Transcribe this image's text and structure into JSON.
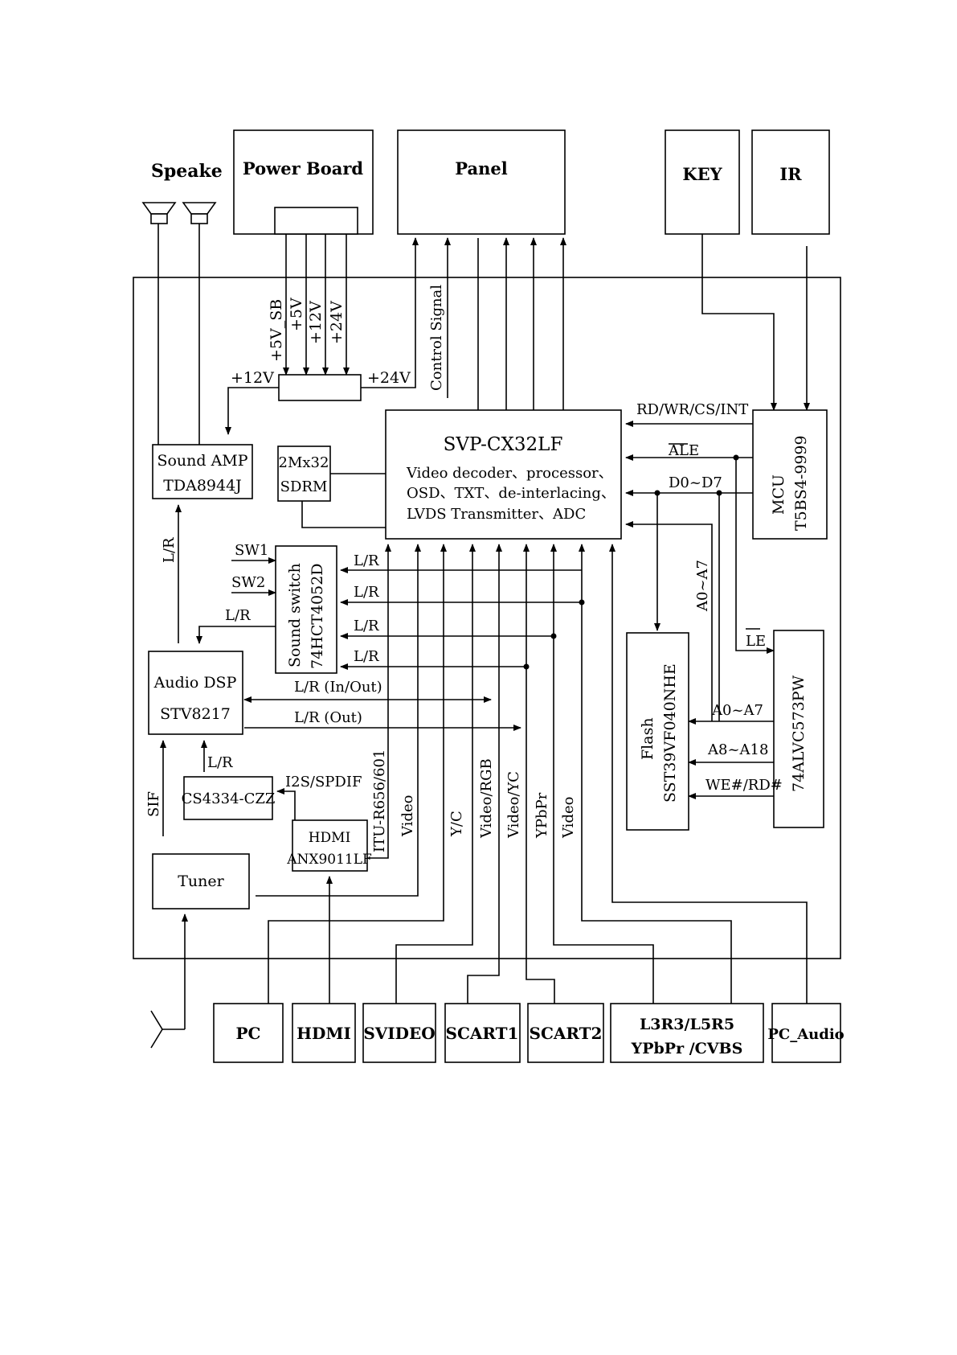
{
  "blocks": {
    "speaker": "Speake",
    "power_board": "Power Board",
    "panel": "Panel",
    "key": "KEY",
    "ir": "IR",
    "sound_amp_1": "Sound AMP",
    "sound_amp_2": "TDA8944J",
    "sdram_1": "2Mx32",
    "sdram_2": "SDRM",
    "svp_title": "SVP-CX32LF",
    "svp_line1": "Video decoder、processor、",
    "svp_line2": "OSD、TXT、de-interlacing、",
    "svp_line3": "LVDS Transmitter、ADC",
    "mcu_1": "MCU",
    "mcu_2": "T5BS4-9999",
    "sound_switch_1": "Sound switch",
    "sound_switch_2": "74HCT4052D",
    "audio_dsp_1": "Audio DSP",
    "audio_dsp_2": "STV8217",
    "cs4334": "CS4334-CZZ",
    "hdmi_rx_1": "HDMI",
    "hdmi_rx_2": "ANX9011LF",
    "tuner": "Tuner",
    "flash_1": "Flash",
    "flash_2": "SST39VF040NHE",
    "latch": "74ALVC573PW",
    "in_pc": "PC",
    "in_hdmi": "HDMI",
    "in_svideo": "SVIDEO",
    "in_scart1": "SCART1",
    "in_scart2": "SCART2",
    "in_l3r3_1": "L3R3/L5R5",
    "in_l3r3_2": "YPbPr /CVBS",
    "in_pc_audio": "PC_Audio"
  },
  "signals": {
    "v5sb": "+5V_SB",
    "v5": "+5V",
    "v12": "+12V",
    "v24": "+24V",
    "v12_amp": "+12V",
    "v24_panel": "+24V",
    "control": "Control Signal",
    "rd_wr": "RD/WR/CS/INT",
    "ale": "ALE",
    "d0d7": "D0~D7",
    "a0a7_v": "A0~A7",
    "le": "LE",
    "a0a7": "A0~A7",
    "a8a18": "A8~A18",
    "we_rd": "WE#/RD#",
    "lr_amp": "L/R",
    "sw1": "SW1",
    "sw2": "SW2",
    "lr_sw_out": "L/R",
    "lr_1": "L/R",
    "lr_2": "L/R",
    "lr_3": "L/R",
    "lr_4": "L/R",
    "lr_inout": "L/R (In/Out)",
    "lr_out": "L/R  (Out)",
    "lr_cs": "L/R",
    "i2s": "I2S/SPDIF",
    "sif": "SIF",
    "itu": "ITU-R656/601",
    "video_a": "Video",
    "yc": "Y/C",
    "video_rgb": "Video/RGB",
    "video_yc": "Video/YC",
    "ypbpr": "YPbPr",
    "video_b": "Video"
  }
}
